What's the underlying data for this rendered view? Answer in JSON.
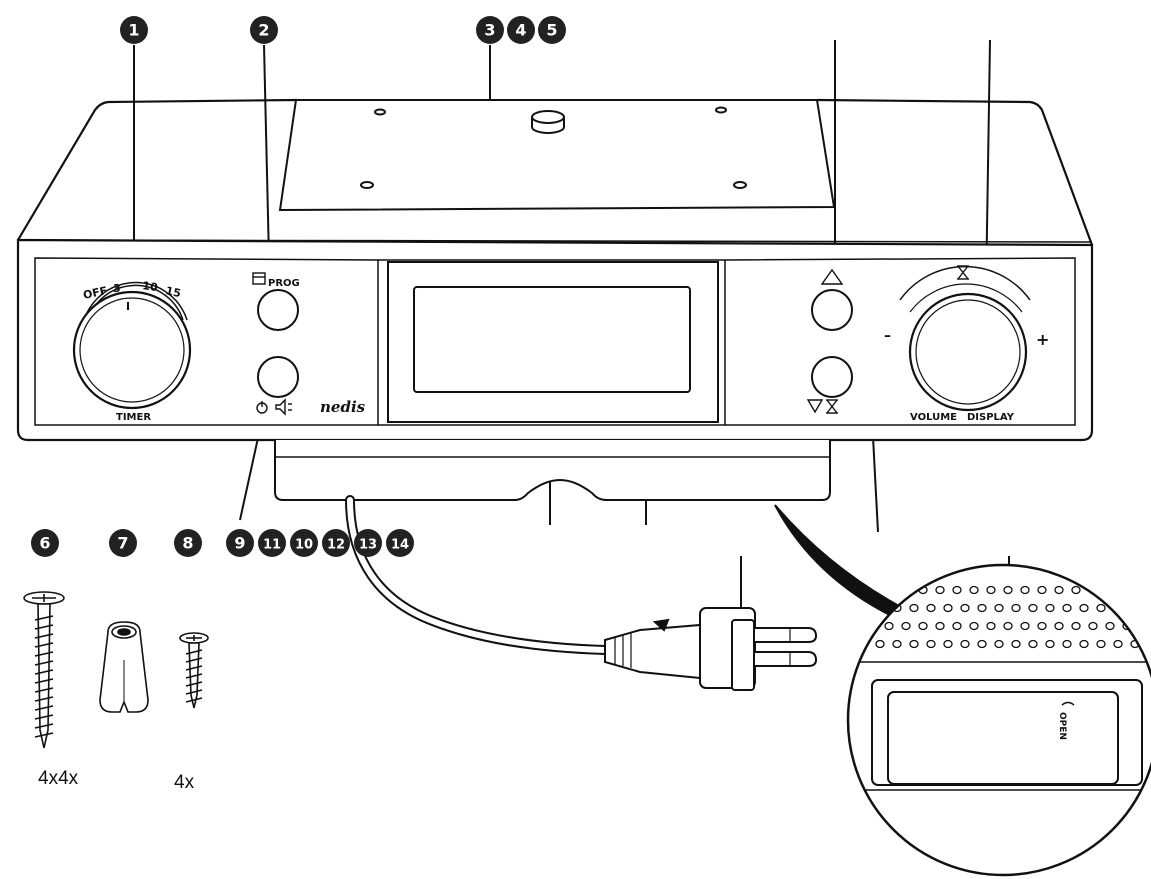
{
  "callouts": [
    "1",
    "2",
    "3",
    "4",
    "5",
    "6",
    "7",
    "8",
    "9",
    "11",
    "10",
    "12",
    "13",
    "14"
  ],
  "device": {
    "timer_knob": {
      "label": "TIMER",
      "scale": [
        "OFF",
        "3",
        "10",
        "15"
      ]
    },
    "prog_button_label": "PROG",
    "brand_logo": "nedis",
    "volume_knob": {
      "label_pre": "VOLUME",
      "label_post": "DISPLAY",
      "minus": "–",
      "plus": "+"
    },
    "battery_door_label": "OPEN"
  },
  "accessories": {
    "screw_long_qty": "4x4x",
    "screw_short_qty": "4x"
  },
  "colors": {
    "line": "#111111",
    "badge": "#222222",
    "fill": "#ffffff"
  }
}
